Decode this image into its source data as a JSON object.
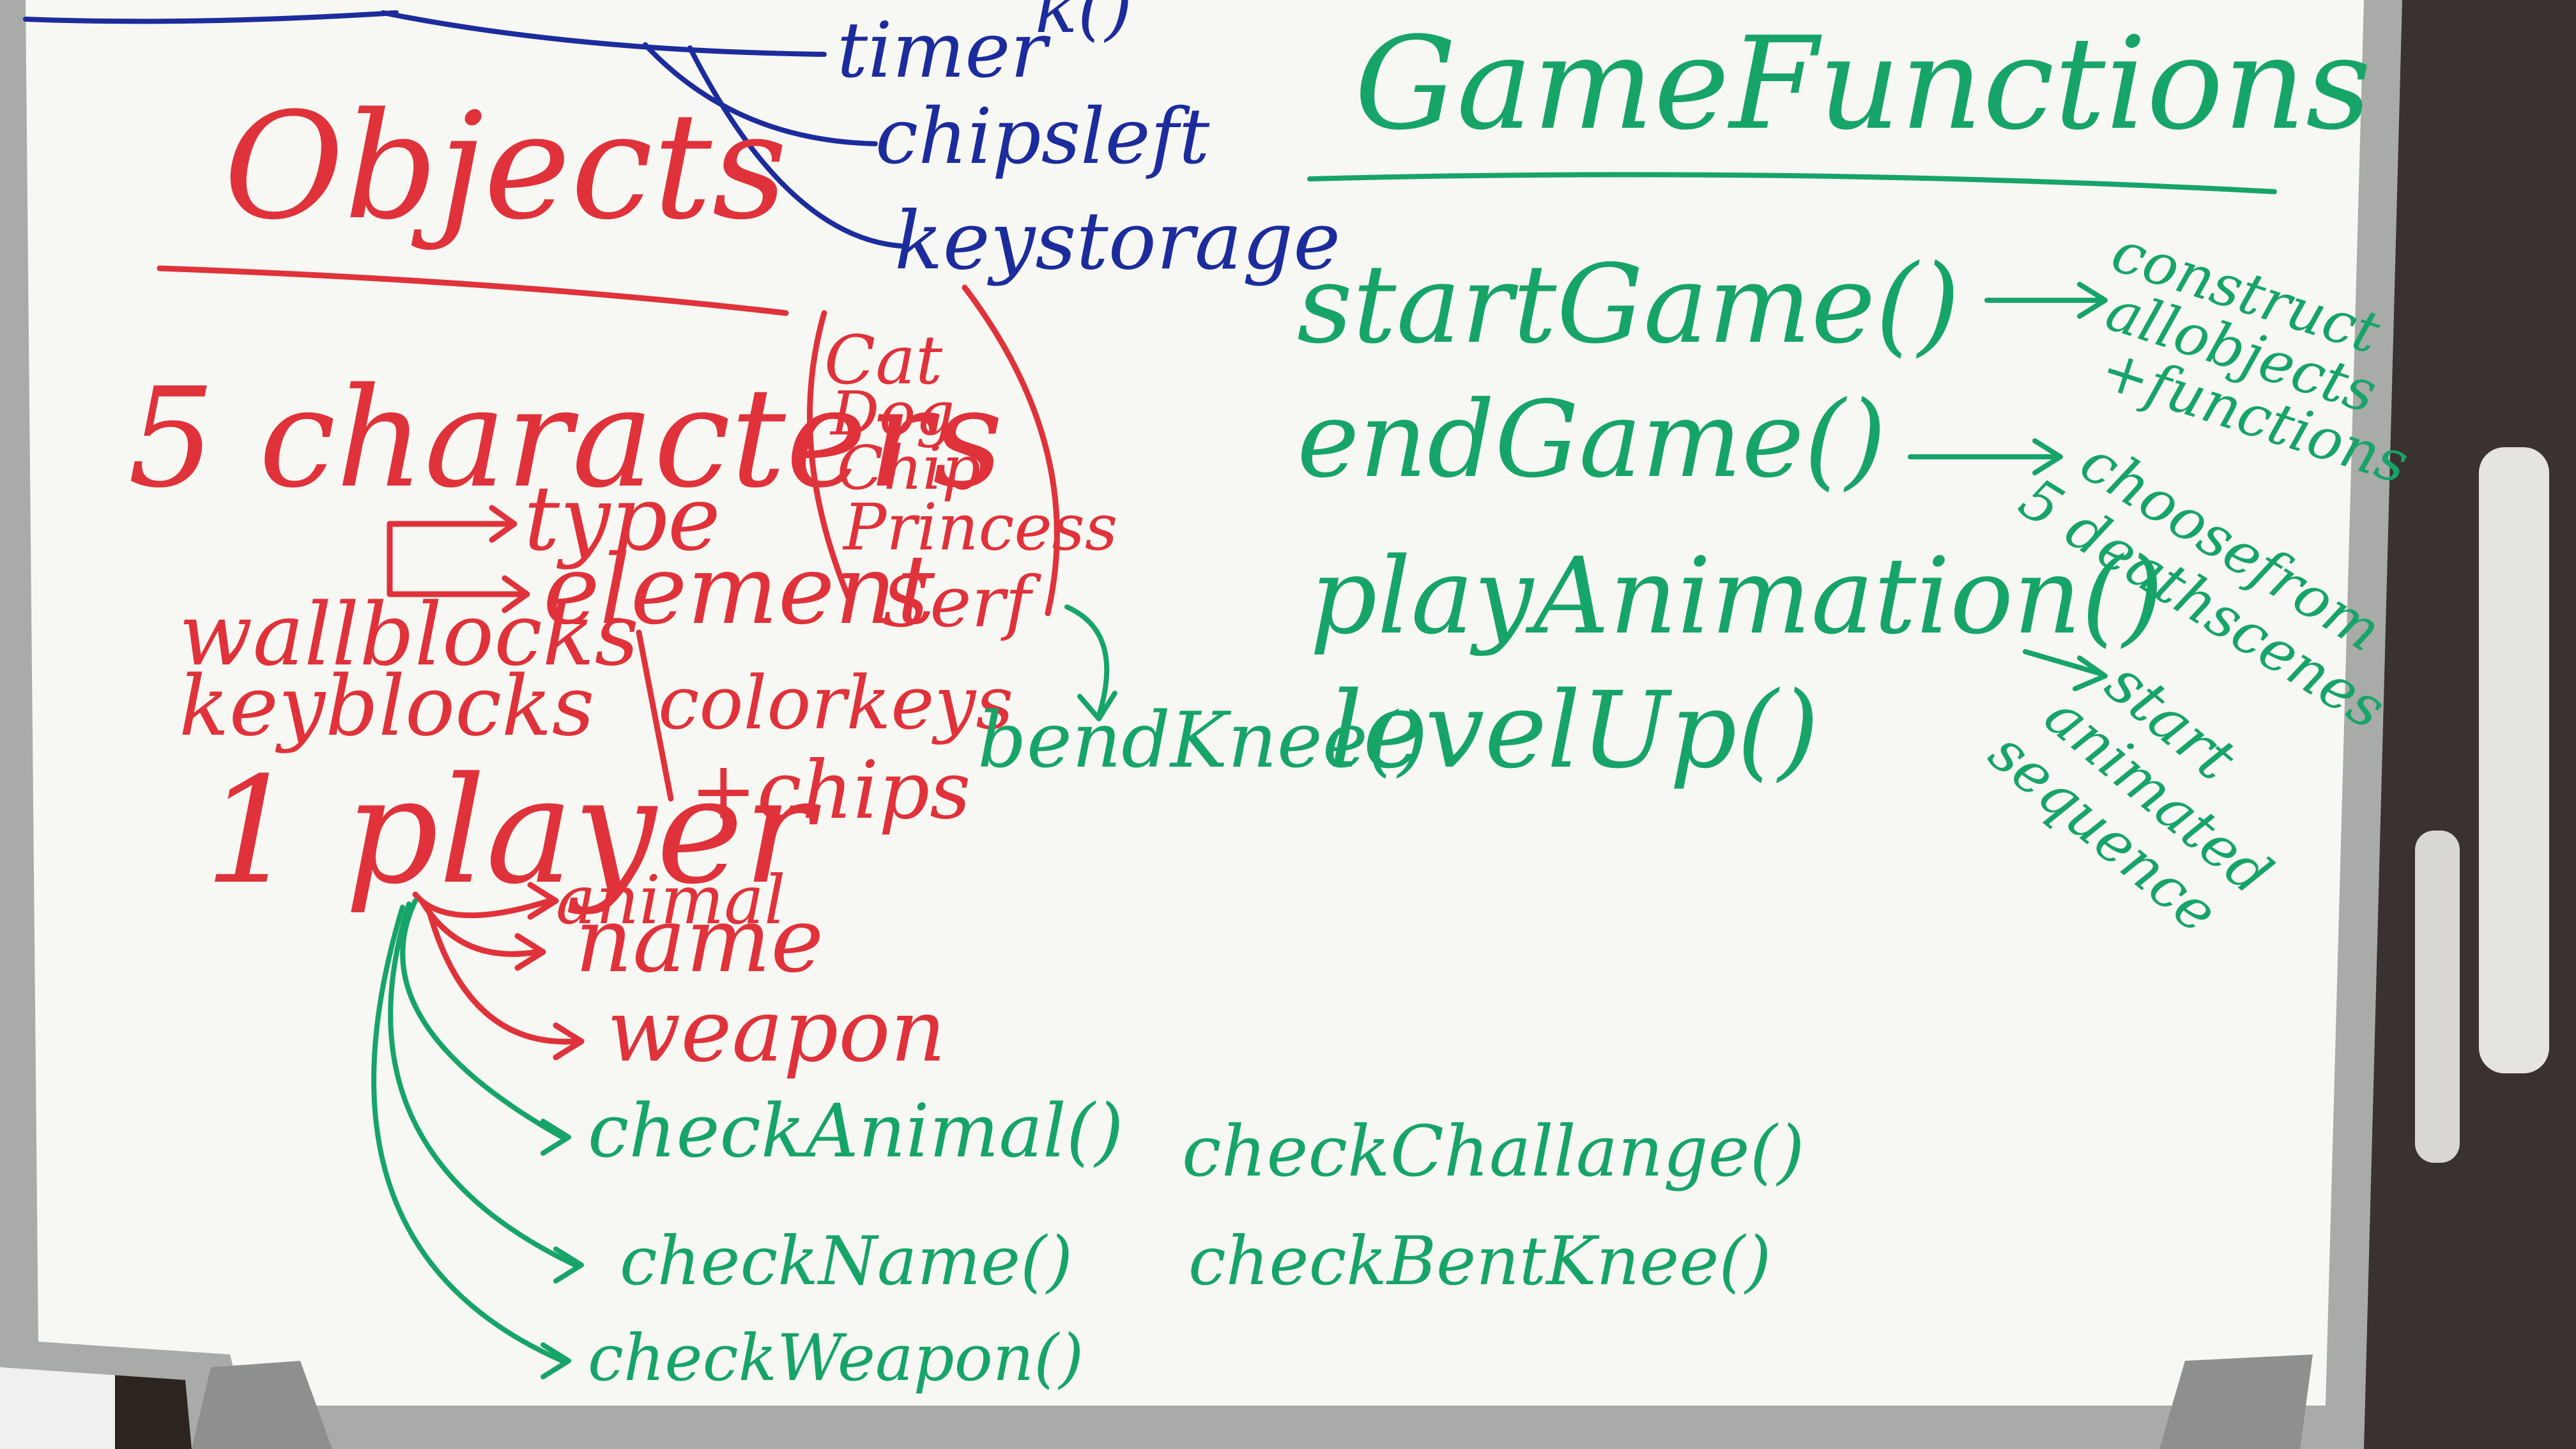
{
  "objects_section": {
    "heading": "Objects",
    "characters": {
      "label": "5 characters",
      "types": [
        "Cat",
        "Dog",
        "Chip",
        "Princess",
        "Serf"
      ],
      "attributes": [
        "type",
        "element"
      ],
      "serf_method": "bendKnee()"
    },
    "blocks": {
      "wall": "wallblocks",
      "key": "keyblocks",
      "collectibles_line1": "colorkeys",
      "collectibles_line2": "+chips"
    },
    "player": {
      "label": "1 player",
      "attributes": [
        "animal",
        "name",
        "weapon"
      ],
      "methods": [
        "checkAnimal()",
        "checkName()",
        "checkWeapon()"
      ]
    },
    "challenge_methods": [
      "checkChallange()",
      "checkBentKnee()"
    ]
  },
  "top_left_list": {
    "partial_top": "k()",
    "items": [
      "timer",
      "chipsleft",
      "keystorage"
    ]
  },
  "game_functions": {
    "heading": "GameFunctions",
    "functions": [
      {
        "name": "startGame()",
        "note": [
          "construct",
          "allobjects",
          "+functions"
        ]
      },
      {
        "name": "endGame()",
        "note": [
          "choosefrom",
          "5 deathscenes"
        ]
      },
      {
        "name": "playAnimation()",
        "note": [
          "start",
          "animated",
          "sequence"
        ]
      },
      {
        "name": "levelUp()",
        "note": []
      }
    ]
  },
  "colors": {
    "objects_ink": "#e0323a",
    "functions_ink": "#17a469",
    "list_ink": "#1c2c9c",
    "board": "#f7f7f3",
    "frame": "#a9aba8"
  }
}
